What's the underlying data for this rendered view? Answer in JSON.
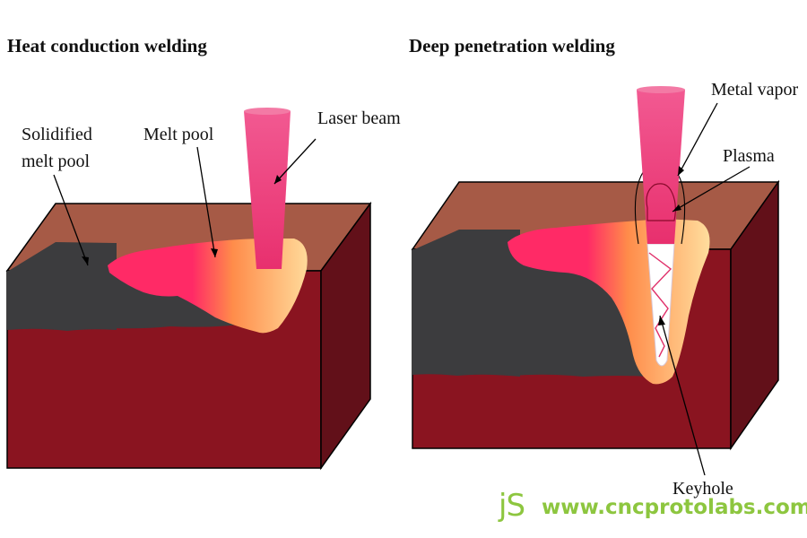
{
  "left_panel": {
    "title": "Heat conduction welding",
    "labels": {
      "solidified_line1": "Solidified",
      "solidified_line2": "melt pool",
      "melt_pool": "Melt pool",
      "laser_beam": "Laser beam"
    }
  },
  "right_panel": {
    "title": "Deep penetration welding",
    "labels": {
      "metal_vapor": "Metal vapor",
      "plasma": "Plasma",
      "keyhole": "Keyhole"
    }
  },
  "watermark": {
    "logo": "jS",
    "url": "www.cncprotolabs.com"
  },
  "colors": {
    "block_top": "#a65a46",
    "block_front": "#8a1420",
    "block_side": "#621019",
    "solidified": "#3c3c3e",
    "melt_hot": "#ff3d6a",
    "melt_warm": "#ff9a55",
    "melt_cool": "#ffd79a",
    "beam": "#ee4a86",
    "brand": "#8dc63f"
  }
}
